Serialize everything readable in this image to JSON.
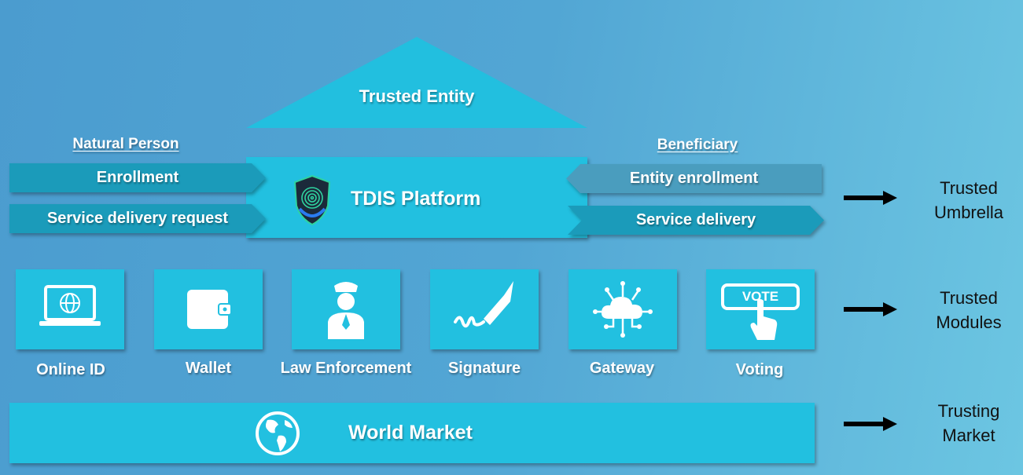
{
  "top": {
    "label": "Trusted Entity"
  },
  "left": {
    "header": "Natural Person",
    "items": [
      "Enrollment",
      "Service delivery request"
    ]
  },
  "platform": {
    "label": "TDIS Platform",
    "icon": "shield-fingerprint-icon"
  },
  "right": {
    "header": "Beneficiary",
    "items": [
      "Entity enrollment",
      "Service delivery"
    ]
  },
  "modules": [
    {
      "label": "Online ID",
      "icon": "laptop-globe-icon"
    },
    {
      "label": "Wallet",
      "icon": "wallet-icon"
    },
    {
      "label": "Law Enforcement",
      "icon": "police-officer-icon"
    },
    {
      "label": "Signature",
      "icon": "pen-signature-icon"
    },
    {
      "label": "Gateway",
      "icon": "cloud-network-icon"
    },
    {
      "label": "Voting",
      "icon": "vote-button-icon",
      "badge": "VOTE"
    }
  ],
  "market": {
    "label": "World Market",
    "icon": "globe-icon"
  },
  "side_labels": {
    "umbrella": [
      "Trusted",
      "Umbrella"
    ],
    "modules": [
      "Trusted",
      "Modules"
    ],
    "market": [
      "Trusting",
      "Market"
    ]
  },
  "colors": {
    "panel": "#22c0e0",
    "arrow": "#1b9bba",
    "text_dark": "#111111"
  }
}
